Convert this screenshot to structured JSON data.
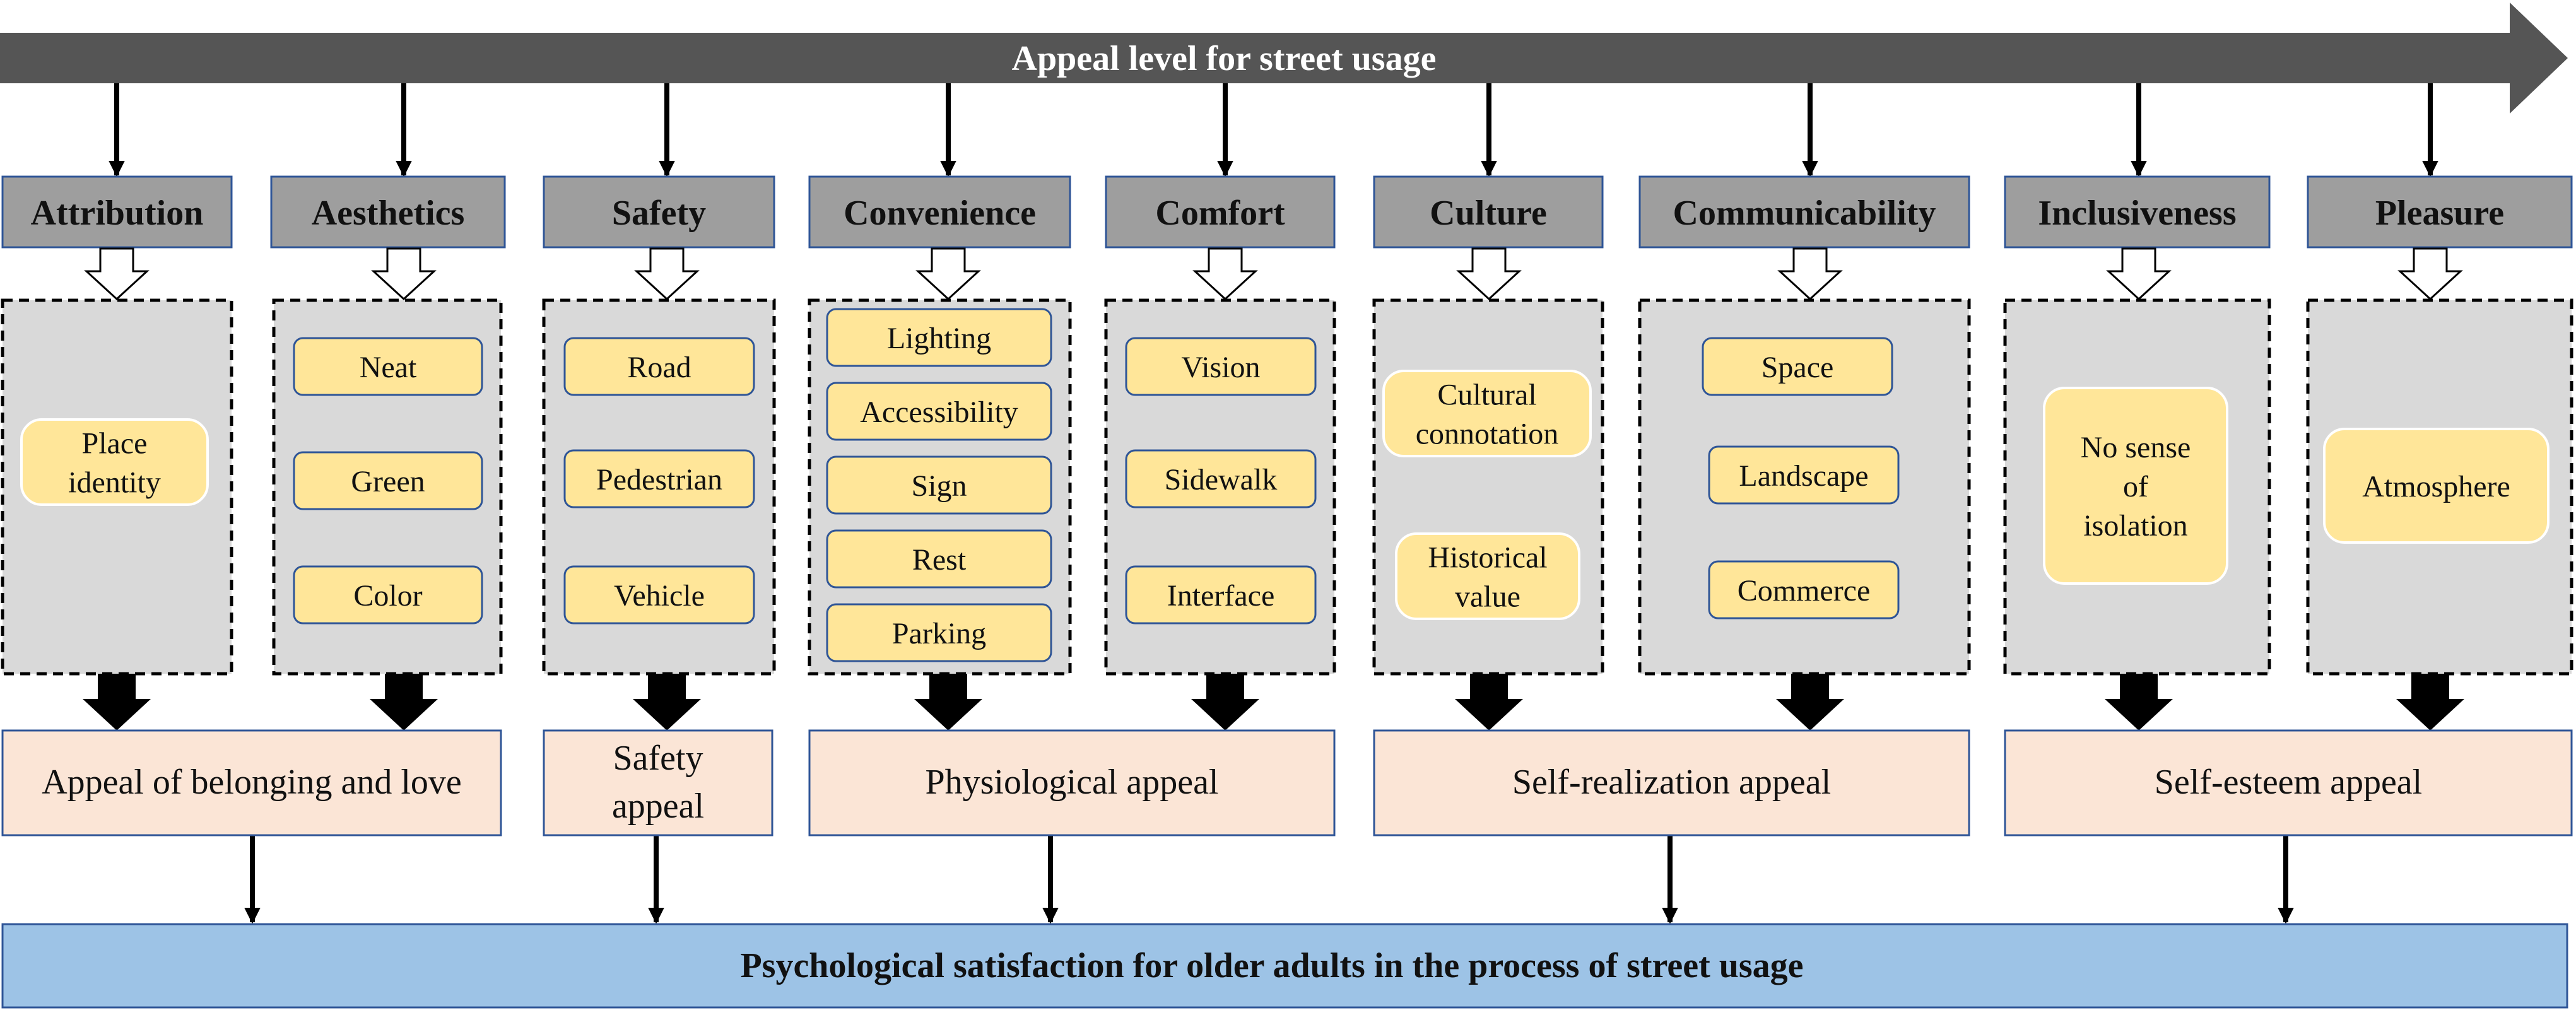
{
  "banner": {
    "label": "Appeal level for street usage",
    "color": "#555555"
  },
  "categories": [
    {
      "label": "Attribution",
      "items": [
        "Place identity"
      ]
    },
    {
      "label": "Aesthetics",
      "items": [
        "Neat",
        "Green",
        "Color"
      ]
    },
    {
      "label": "Safety",
      "items": [
        "Road",
        "Pedestrian",
        "Vehicle"
      ]
    },
    {
      "label": "Convenience",
      "items": [
        "Lighting",
        "Accessibility",
        "Sign",
        "Rest",
        "Parking"
      ]
    },
    {
      "label": "Comfort",
      "items": [
        "Vision",
        "Sidewalk",
        "Interface"
      ]
    },
    {
      "label": "Culture",
      "items": [
        "Cultural connotation",
        "Historical value"
      ]
    },
    {
      "label": "Communicability",
      "items": [
        "Space",
        "Landscape",
        "Commerce"
      ]
    },
    {
      "label": "Inclusiveness",
      "items": [
        "No sense of isolation"
      ]
    },
    {
      "label": "Pleasure",
      "items": [
        "Atmosphere"
      ]
    }
  ],
  "appeals": [
    {
      "label": "Appeal of belonging and love"
    },
    {
      "label": "Safety appeal"
    },
    {
      "label": "Physiological appeal"
    },
    {
      "label": "Self-realization appeal"
    },
    {
      "label": "Self-esteem appeal"
    }
  ],
  "bottom": {
    "label": "Psychological satisfaction for older adults in the process of street usage"
  },
  "colors": {
    "category_fill": "#9e9e9e",
    "group_fill": "#d9d9d9",
    "item_fill": "#ffe699",
    "appeal_fill": "#fbe5d6",
    "bottom_fill": "#9dc3e6",
    "border": "#2f5597"
  }
}
